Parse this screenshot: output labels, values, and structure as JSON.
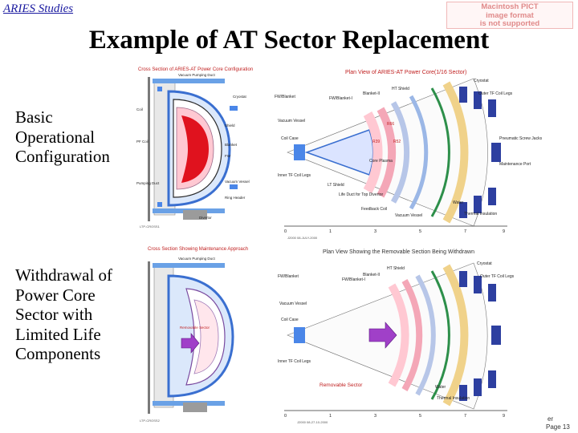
{
  "header": {
    "brand": "ARIES Studies",
    "pict_notice": [
      "Macintosh PICT",
      "image format",
      "is not supported"
    ]
  },
  "slide": {
    "title": "Example of AT Sector Replacement",
    "row1_label": [
      "Basic",
      "Operational",
      "Configuration"
    ],
    "row2_label": [
      "Withdrawal of",
      "Power Core",
      "Sector with",
      "Limited Life",
      "Components"
    ]
  },
  "fig_cross_top": {
    "title": "Cross Section of ARIES-AT Power Core Configuration",
    "label_vacuum_pumping_duct": "Vacuum Pumping Duct",
    "label_cryostat": "Cryostat",
    "label_shield": "Shield",
    "label_blanket": "Blanket",
    "label_fw": "FW",
    "label_coil": "Coil",
    "label_pumping_duct": "Pumping Duct",
    "label_vacuum_vessel": "Vacuum Vessel",
    "label_ring_header": "Ring Header",
    "label_pf_coil": "PF Coil",
    "label_divertor": "Divertor",
    "stamp": "LTP-CROSS1"
  },
  "fig_plan_top": {
    "title": "Plan View of ARIES-AT Power Core(1/16 Sector)",
    "label_fw_blanket": "FW/Blanket",
    "label_fw_blanket_i": "FW/Blanket-I",
    "label_blanket_ii": "Blanket-II",
    "label_ht_shield": "HT Shield",
    "label_cryostat": "Cryostat",
    "label_outer_tf": "Outer TF Coil Legs",
    "label_vacuum_vessel": "Vacuum Vessel",
    "label_coil_case": "Coil Case",
    "label_r_a": "R66",
    "label_r_b": "R39",
    "label_r_c": "R52",
    "label_core_plasma": "Core Plasma",
    "label_pneumatic": "Pneumatic Screw Jacks",
    "label_maintenance_port": "Maintenance Port",
    "label_inner_tf": "Inner TF Coil Legs",
    "label_lt_shield": "LT Shield",
    "label_life_duct": "Life Duct for Top Divertor",
    "label_feedback_coil": "Feedback Coil",
    "label_vacuum_vessel_b": "Vacuum Vessel",
    "label_water": "Water",
    "label_thermal": "Thermal Insulation",
    "axis_ticks": [
      "0",
      "1",
      "3",
      "5",
      "7",
      "9"
    ],
    "stamp": "J2000 08-JULY-2000"
  },
  "fig_cross_bottom": {
    "title": "Cross Section Showing Maintenance Approach",
    "label_vacuum_pumping_duct": "Vacuum Pumping Duct",
    "label_removable_sector": "Removable Sector",
    "stamp": "LTP-CROSS2"
  },
  "fig_plan_bottom": {
    "title": "Plan View Showing the Removable Section Being Withdrawn",
    "label_ht_shield": "HT Shield",
    "label_cryostat": "Cryostat",
    "label_fw_blanket": "FW/Blanket",
    "label_blanket_ii": "Blanket-II",
    "label_fw_blanket_i": "FW/Blanket-I",
    "label_outer_tf": "Outer TF Coil Legs",
    "label_vacuum_vessel": "Vacuum Vessel",
    "label_coil_case": "Coil Case",
    "label_inner_tf": "Inner TF Coil Legs",
    "label_removable_sector": "Removable Sector",
    "label_water": "Water",
    "label_thermal": "Thermal Insulation",
    "axis_ticks": [
      "0",
      "1",
      "3",
      "5",
      "7",
      "9"
    ],
    "stamp": "J2000 08-27-10-2000"
  },
  "footer": {
    "page_code": "Page 13",
    "fragment": "er"
  },
  "colors": {
    "brand": "#1a1aa0",
    "plasma": "#e0121e",
    "blanket": "#ffc8d2",
    "vessel": "#3a6fd0",
    "coil": "#4a86e8",
    "arrow": "#a040c8",
    "label_red": "#c02020"
  }
}
